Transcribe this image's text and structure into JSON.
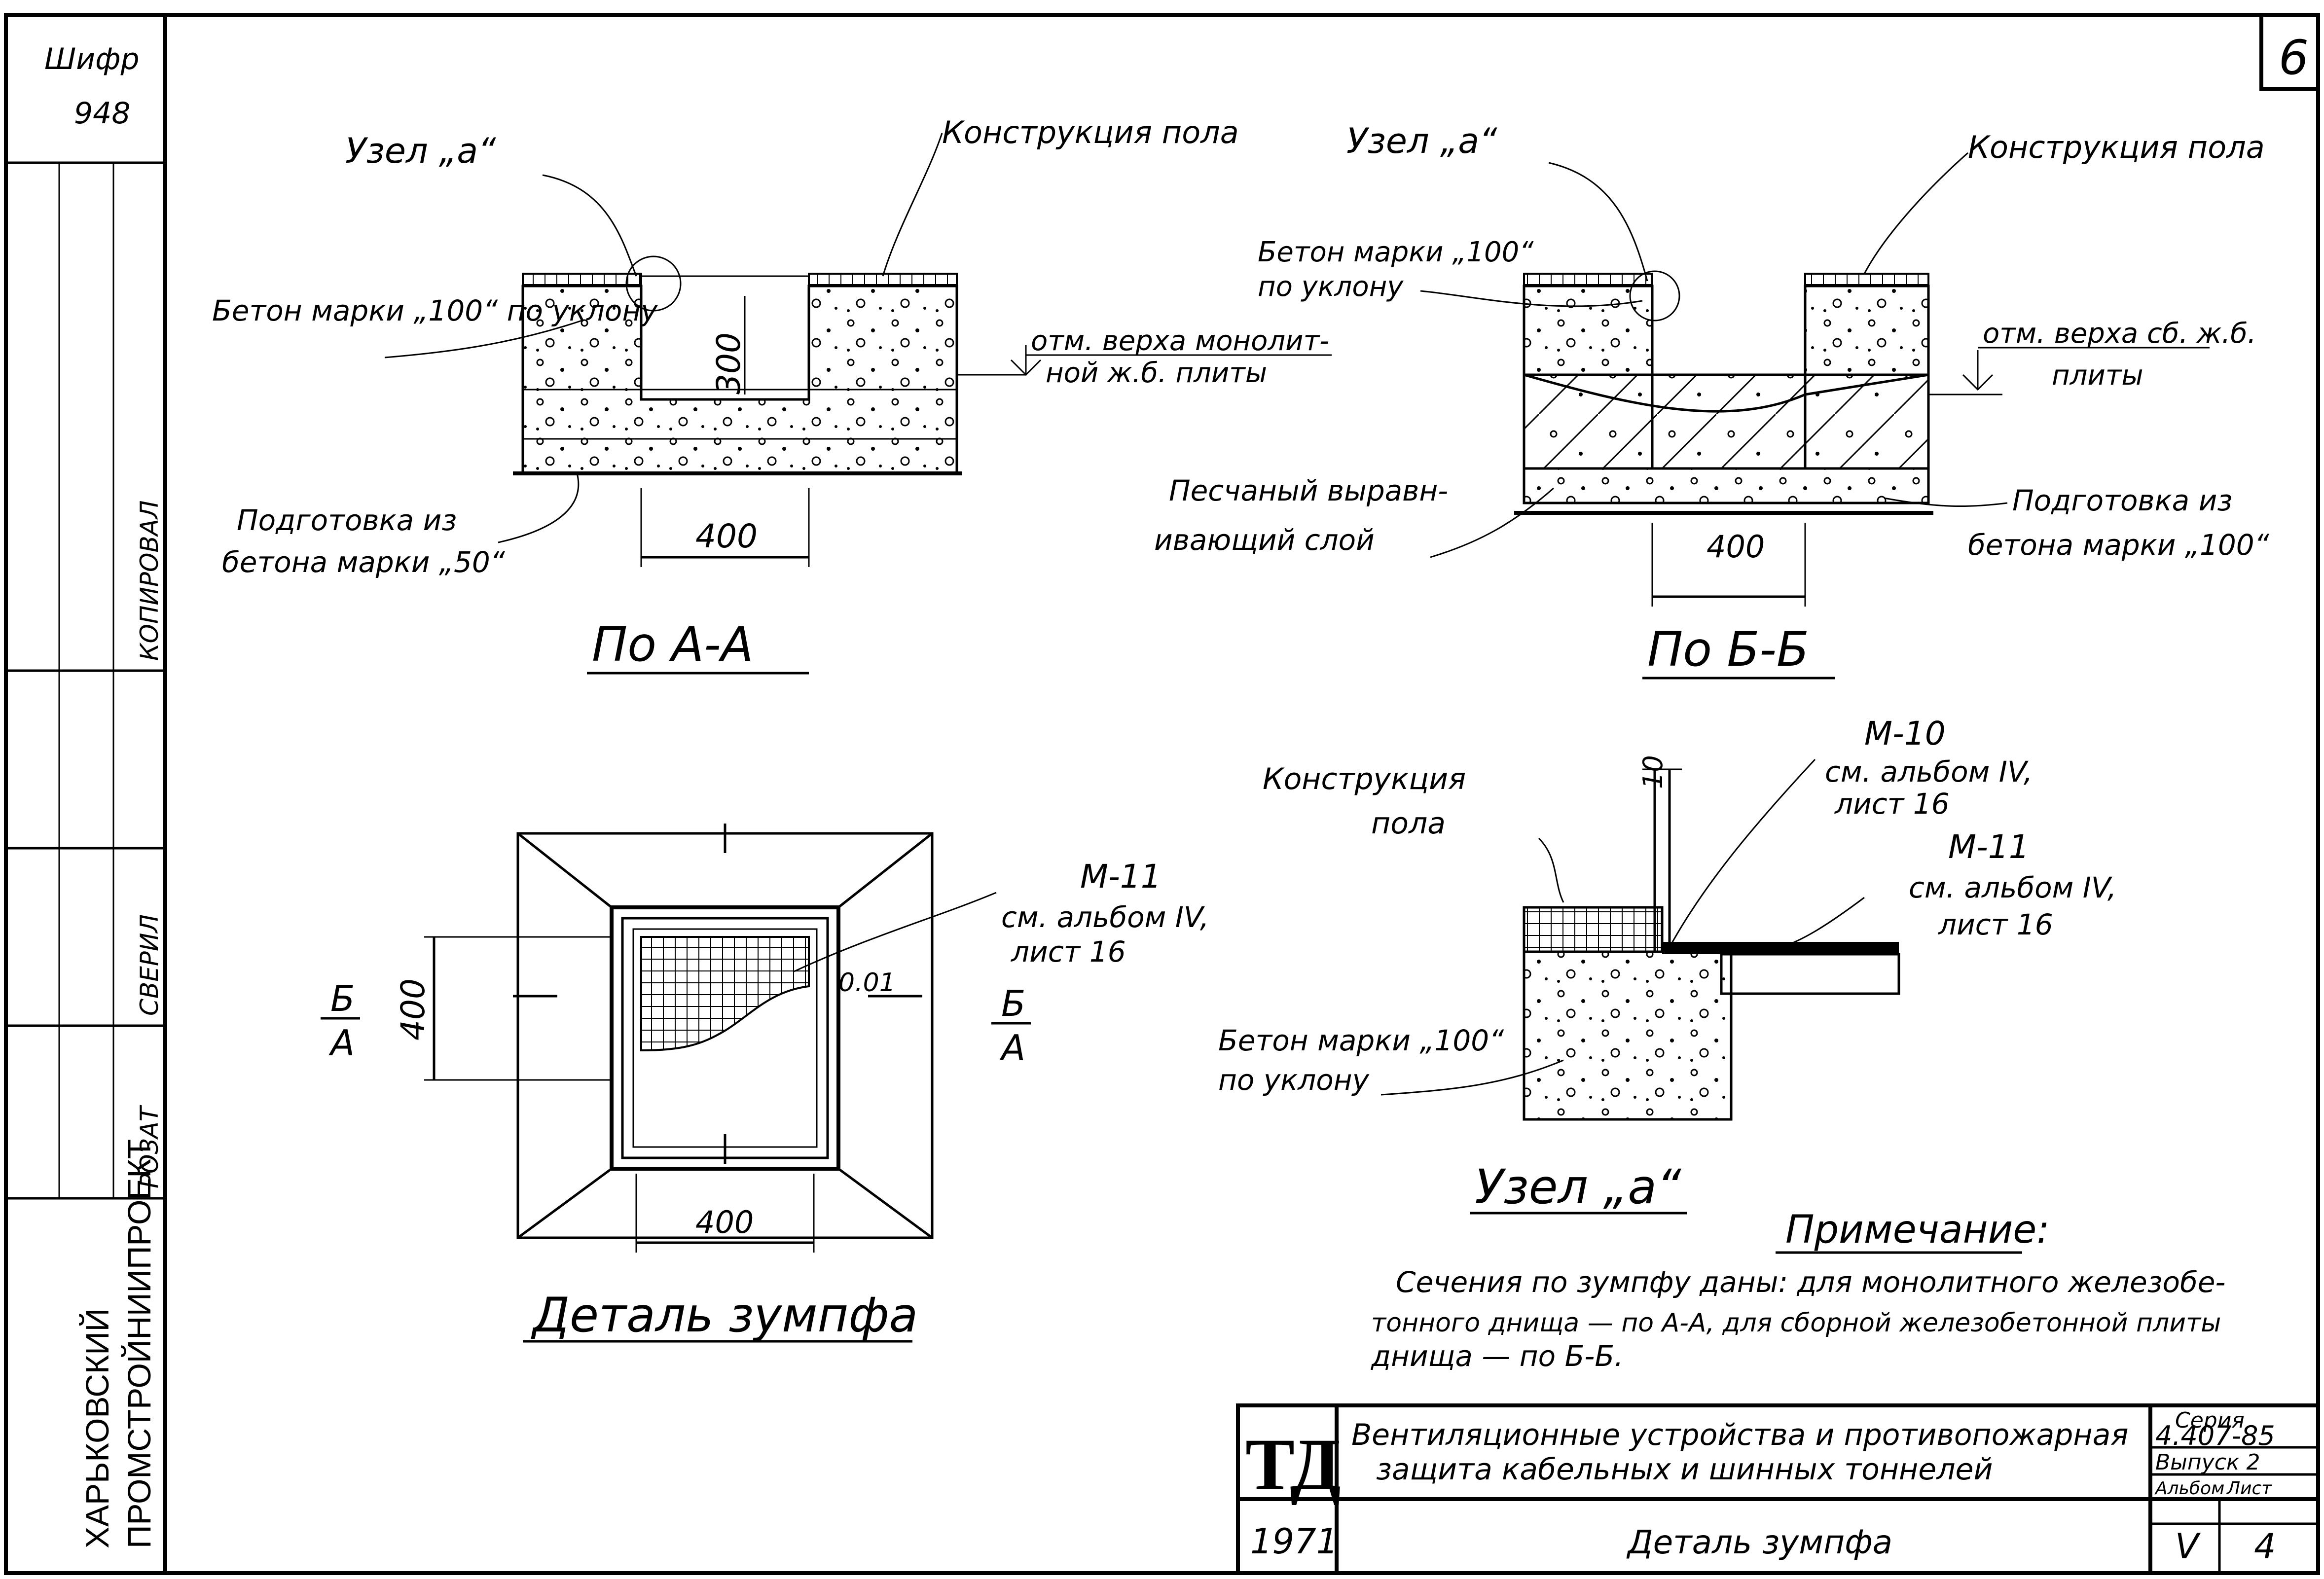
{
  "sheet_number": "6",
  "left_stamp": {
    "top_code": "Шифр",
    "top_code_num": "948",
    "org_line1": "ХАРЬКОВСКИЙ",
    "org_line2": "ПРОМСТРОЙНИИПРОЕКТ",
    "roles": [
      "КОПИРОВАЛ",
      "СВЕРИЛ",
      "РОЗАТ"
    ]
  },
  "section_aa": {
    "node_label": "Узел „а“",
    "floor_construction": "Конструкция пола",
    "concrete_label": "Бетон марки „100“ по уклону",
    "level_label_1": "отм. верха монолит-",
    "level_label_2": "ной ж.б. плиты",
    "depth_dim": "300",
    "width_dim": "400",
    "base_label_1": "Подготовка из",
    "base_label_2": "бетона марки „50“",
    "title": "По А-А"
  },
  "section_bb": {
    "node_label": "Узел „а“",
    "floor_construction": "Конструкция пола",
    "concrete_label_1": "Бетон марки „100“",
    "concrete_label_2": "по уклону",
    "level_label_1": "отм. верха сб. ж.б.",
    "level_label_2": "плиты",
    "sand_label_1": "Песчаный выравн-",
    "sand_label_2": "ивающий слой",
    "base_label_1": "Подготовка из",
    "base_label_2": "бетона марки „100“",
    "width_dim": "400",
    "title": "По Б-Б"
  },
  "sump_detail": {
    "grate_mark": "М-11",
    "grate_ref_1": "см. альбом IV,",
    "grate_ref_2": "лист 16",
    "level_mark": "0.01",
    "height_dim": "400",
    "width_dim": "400",
    "cut_left_top": "Б",
    "cut_left_bottom": "А",
    "cut_right_top": "Б",
    "cut_right_bottom": "А",
    "title": "Деталь зумпфа"
  },
  "node_a": {
    "floor_construction_1": "Конструкция",
    "floor_construction_2": "пола",
    "m10_mark": "М-10",
    "m10_ref_1": "см. альбом IV,",
    "m10_ref_2": "лист 16",
    "m11_mark": "М-11",
    "m11_ref_1": "см. альбом IV,",
    "m11_ref_2": "лист 16",
    "dim_10": "10",
    "concrete_label_1": "Бетон марки „100“",
    "concrete_label_2": "по уклону",
    "title": "Узел „а“"
  },
  "note": {
    "heading": "Примечание:",
    "line1": "Сечения по зумпфу даны: для монолитного железобе-",
    "line2": "тонного днища — по А-А, для сборной железобетонной плиты",
    "line3": "днища — по Б-Б."
  },
  "title_block": {
    "logo": "ТД",
    "year": "1971",
    "description_1": "Вентиляционные устройства и противопожарная",
    "description_2": "защита кабельных и шинных тоннелей",
    "sheet_title": "Деталь зумпфа",
    "series_label": "Серия",
    "series_value": "4.407-85",
    "issue_label": "Выпуск 2",
    "album_label": "Альбом",
    "album_value": "V",
    "sheet_label": "Лист",
    "sheet_value": "4"
  }
}
